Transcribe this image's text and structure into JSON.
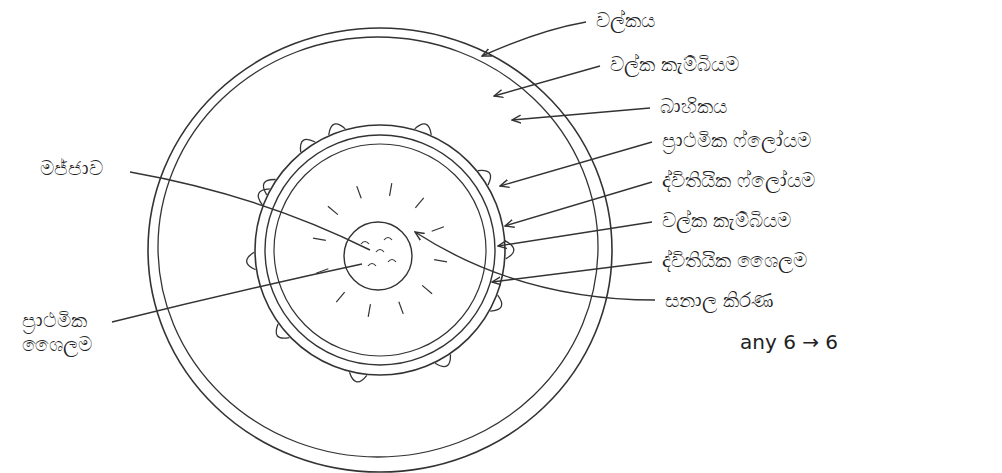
{
  "diagram": {
    "labels": [
      "වල්කය",
      "වල්ක කැම්බියම",
      "බාහිකය",
      "ප්‍රාථමික ෆ්ලෝයම",
      "ද්විතියික ෆ්ලෝයම",
      "වල්ක කැම්බියම",
      "ද්විතියික ශෛලම",
      "සනාල කිරණ",
      "මජ්ජාව",
      "ප්‍රාථමික ශෛලම",
      "any 6 → 6"
    ]
  }
}
